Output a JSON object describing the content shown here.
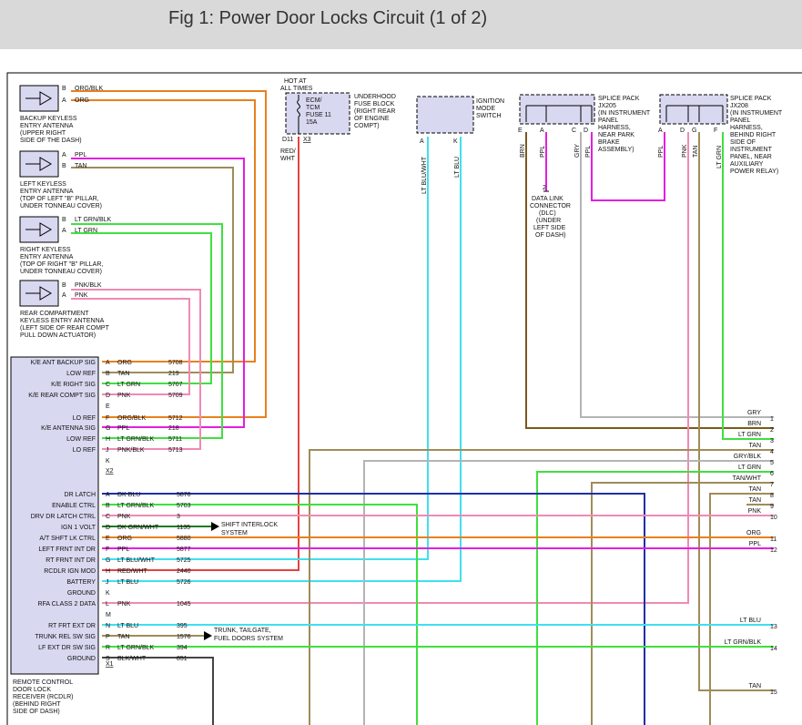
{
  "title": "Fig 1: Power Door Locks Circuit (1 of 2)",
  "antennas": [
    {
      "pins": [
        {
          "pin": "B",
          "color": "ORG/BLK"
        },
        {
          "pin": "A",
          "color": "ORG"
        }
      ],
      "label": [
        "BACKUP KEYLESS",
        "ENTRY ANTENNA",
        "(UPPER RIGHT",
        "SIDE OF THE DASH)"
      ]
    },
    {
      "pins": [
        {
          "pin": "A",
          "color": "PPL"
        },
        {
          "pin": "B",
          "color": "TAN"
        }
      ],
      "label": [
        "LEFT KEYLESS",
        "ENTRY ANTENNA",
        "(TOP OF LEFT \"B\" PILLAR,",
        "UNDER TONNEAU COVER)"
      ]
    },
    {
      "pins": [
        {
          "pin": "B",
          "color": "LT GRN/BLK"
        },
        {
          "pin": "A",
          "color": "LT GRN"
        }
      ],
      "label": [
        "RIGHT KEYLESS",
        "ENTRY ANTENNA",
        "(TOP OF RIGHT \"B\" PILLAR,",
        "UNDER TONNEAU COVER)"
      ]
    },
    {
      "pins": [
        {
          "pin": "B",
          "color": "PNK/BLK"
        },
        {
          "pin": "A",
          "color": "PNK"
        }
      ],
      "label": [
        "REAR COMPARTMENT",
        "KEYLESS ENTRY ANTENNA",
        "(LEFT SIDE OF REAR COMPT",
        "PULL DOWN ACTUATOR)"
      ]
    }
  ],
  "fuse_block": {
    "header": [
      "HOT AT",
      "ALL TIMES"
    ],
    "fuse": [
      "ECM/",
      "TCM",
      "FUSE 11",
      "15A"
    ],
    "label": [
      "UNDERHOOD",
      "FUSE BLOCK",
      "(RIGHT REAR",
      "OF ENGINE",
      "COMPT)"
    ],
    "pin": "D11",
    "connector": "X3",
    "wire": [
      "RED/",
      "WHT"
    ]
  },
  "ignition_switch": {
    "label": [
      "IGNITION",
      "MODE",
      "SWITCH"
    ],
    "pins": [
      "A",
      "K"
    ],
    "wires": [
      "LT BLU/WHT",
      "LT BLU"
    ]
  },
  "splice_jx205": {
    "label": [
      "SPLICE PACK",
      "JX205",
      "(IN INSTRUMENT",
      "PANEL",
      "HARNESS,",
      "NEAR PARK",
      "BRAKE",
      "ASSEMBLY)"
    ],
    "pins": [
      "E",
      "A",
      "C",
      "D"
    ],
    "wires": [
      "BRN",
      "PPL",
      "GRY",
      "PPL"
    ]
  },
  "splice_jx208": {
    "label": [
      "SPLICE PACK",
      "JX208",
      "(IN INSTRUMENT",
      "PANEL",
      "HARNESS,",
      "BEHIND RIGHT",
      "SIDE OF",
      "INSTRUMENT",
      "PANEL, NEAR",
      "AUXILIARY",
      "POWER RELAY)"
    ],
    "pins": [
      "A",
      "D",
      "G",
      "F"
    ],
    "wires": [
      "PPL",
      "PNK",
      "TAN",
      "LT GRN"
    ]
  },
  "dlc": {
    "pin": "2",
    "label": [
      "DATA LINK",
      "CONNECTOR",
      "(DLC)",
      "(UNDER",
      "LEFT SIDE",
      "OF DASH)"
    ]
  },
  "rcdlr": {
    "label": [
      "REMOTE CONTROL",
      "DOOR LOCK",
      "RECEIVER (RCDLR)",
      "(BEHIND RIGHT",
      "SIDE OF DASH)"
    ],
    "connector_x2": "X2",
    "connector_x1": "X1",
    "x2_pins": [
      {
        "name": "K/E ANT BACKUP SIG",
        "pin": "A",
        "color": "ORG",
        "circuit": "5708"
      },
      {
        "name": "LOW REF",
        "pin": "B",
        "color": "TAN",
        "circuit": "219"
      },
      {
        "name": "K/E RIGHT SIG",
        "pin": "C",
        "color": "LT GRN",
        "circuit": "5707"
      },
      {
        "name": "K/E REAR COMPT SIG",
        "pin": "D",
        "color": "PNK",
        "circuit": "5709"
      },
      {
        "name": "",
        "pin": "E",
        "color": "",
        "circuit": ""
      },
      {
        "name": "LO REF",
        "pin": "F",
        "color": "ORG/BLK",
        "circuit": "5712"
      },
      {
        "name": "K/E ANTENNA SIG",
        "pin": "G",
        "color": "PPL",
        "circuit": "218"
      },
      {
        "name": "LOW REF",
        "pin": "H",
        "color": "LT GRN/BLK",
        "circuit": "5711"
      },
      {
        "name": "LO REF",
        "pin": "J",
        "color": "PNK/BLK",
        "circuit": "5713"
      },
      {
        "name": "",
        "pin": "K",
        "color": "",
        "circuit": ""
      }
    ],
    "x1_pins": [
      {
        "name": "DR LATCH",
        "pin": "A",
        "color": "DK BLU",
        "circuit": "5876"
      },
      {
        "name": "ENABLE CTRL",
        "pin": "B",
        "color": "LT GRN/BLK",
        "circuit": "5703"
      },
      {
        "name": "DRV DR LATCH CTRL",
        "pin": "C",
        "color": "PNK",
        "circuit": "3"
      },
      {
        "name": "IGN 1 VOLT",
        "pin": "D",
        "color": "DK GRN/WHT",
        "circuit": "1135"
      },
      {
        "name": "A/T SHFT LK CTRL",
        "pin": "E",
        "color": "ORG",
        "circuit": "5880"
      },
      {
        "name": "LEFT FRNT INT DR",
        "pin": "F",
        "color": "PPL",
        "circuit": "5877"
      },
      {
        "name": "RT FRNT INT DR",
        "pin": "G",
        "color": "LT BLU/WHT",
        "circuit": "5725"
      },
      {
        "name": "RCDLR IGN MOD",
        "pin": "H",
        "color": "RED/WHT",
        "circuit": "2440"
      },
      {
        "name": "BATTERY",
        "pin": "J",
        "color": "LT BLU",
        "circuit": "5726"
      },
      {
        "name": "GROUND",
        "pin": "K",
        "color": "",
        "circuit": ""
      },
      {
        "name": "RFA CLASS 2 DATA",
        "pin": "L",
        "color": "PNK",
        "circuit": "1045"
      },
      {
        "name": "",
        "pin": "M",
        "color": "",
        "circuit": ""
      },
      {
        "name": "RT FRT EXT DR",
        "pin": "N",
        "color": "LT BLU",
        "circuit": "395"
      },
      {
        "name": "TRUNK REL SW SIG",
        "pin": "P",
        "color": "TAN",
        "circuit": "1576"
      },
      {
        "name": "LF EXT DR SW SIG",
        "pin": "R",
        "color": "LT GRN/BLK",
        "circuit": "394"
      },
      {
        "name": "GROUND",
        "pin": "S",
        "color": "BLK/WHT",
        "circuit": "851"
      }
    ]
  },
  "arrow_notes": [
    [
      "SHIFT INTERLOCK",
      "SYSTEM"
    ],
    [
      "TRUNK, TAILGATE,",
      "FUEL DOORS SYSTEM"
    ]
  ],
  "right_edge": [
    {
      "color": "GRY",
      "num": "1"
    },
    {
      "color": "BRN",
      "num": "2"
    },
    {
      "color": "LT GRN",
      "num": "3"
    },
    {
      "color": "TAN",
      "num": "4"
    },
    {
      "color": "GRY/BLK",
      "num": "5"
    },
    {
      "color": "LT GRN",
      "num": "6"
    },
    {
      "color": "TAN/WHT",
      "num": "7"
    },
    {
      "color": "TAN",
      "num": "8"
    },
    {
      "color": "TAN",
      "num": "9"
    },
    {
      "color": "PNK",
      "num": "10"
    },
    {
      "color": "ORG",
      "num": "11"
    },
    {
      "color": "PPL",
      "num": "12"
    },
    {
      "color": "LT BLU",
      "num": "13"
    },
    {
      "color": "LT GRN/BLK",
      "num": "14"
    },
    {
      "color": "TAN",
      "num": "15"
    }
  ],
  "wire_colors": {
    "ORG": "#e8801c",
    "TAN": "#a08c5a",
    "PPL": "#e31fe0",
    "LTGRN": "#3fe03f",
    "PNK": "#f08ab4",
    "LTBLU": "#3fe0f0",
    "RED": "#e64040",
    "BRN": "#7a5a1e",
    "GRY": "#b4b4b4",
    "DKBLU": "#1f2fa8",
    "DKGRN": "#1e7a1e",
    "BLK": "#444444"
  }
}
